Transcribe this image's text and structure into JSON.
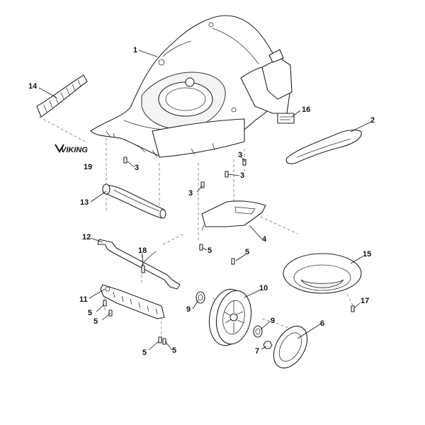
{
  "diagram": {
    "brand_logo": "VIKING",
    "callouts": {
      "c1": "1",
      "c2": "2",
      "c3a": "3",
      "c3b": "3",
      "c3c": "3",
      "c3d": "3",
      "c4": "4",
      "c5a": "5",
      "c5b": "5",
      "c5c": "5",
      "c5d": "5",
      "c5e": "5",
      "c5f": "5",
      "c6": "6",
      "c7": "7",
      "c9a": "9",
      "c9b": "9",
      "c10": "10",
      "c11": "11",
      "c12": "12",
      "c13": "13",
      "c14": "14",
      "c15": "15",
      "c16": "16",
      "c17": "17",
      "c18": "18",
      "c19": "19"
    }
  }
}
